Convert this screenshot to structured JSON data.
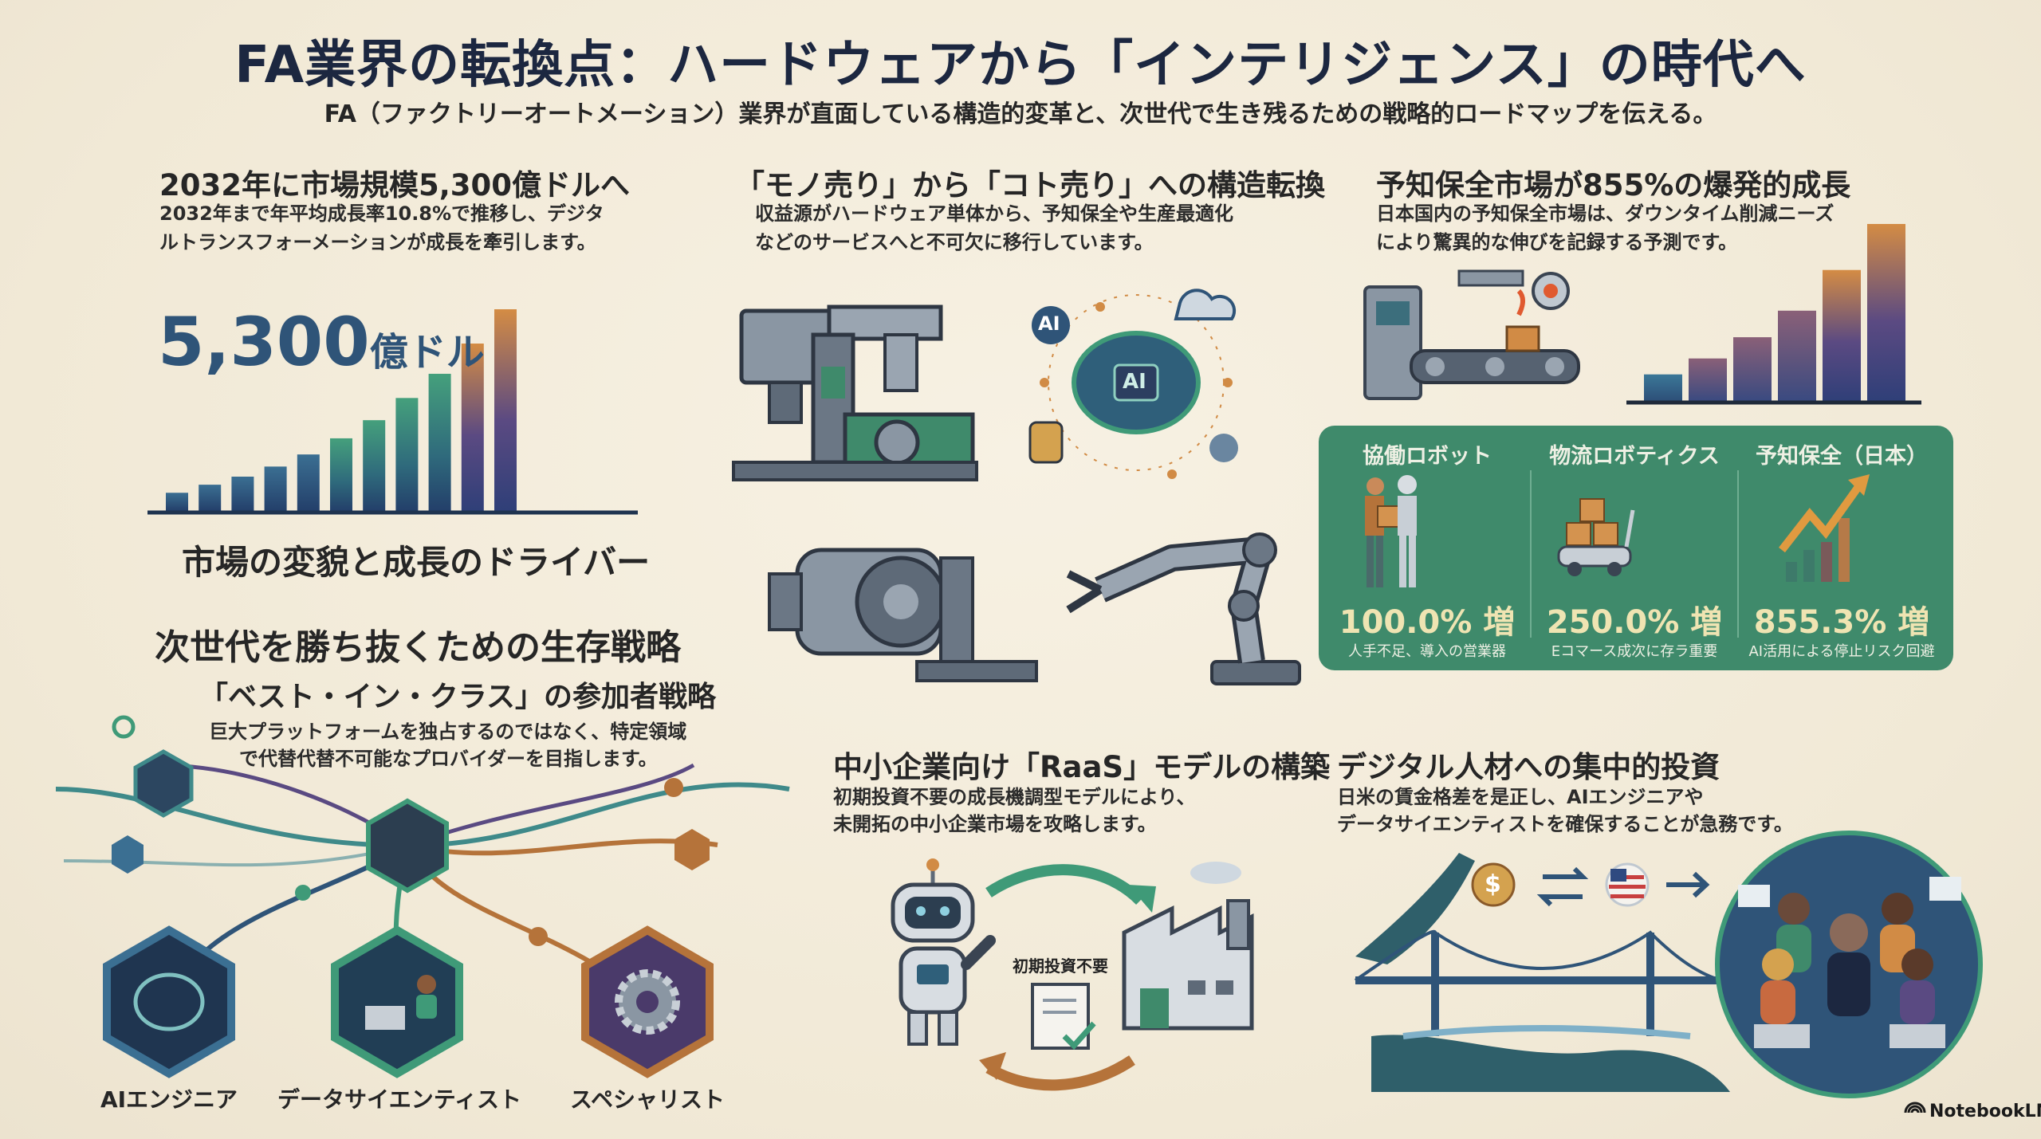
{
  "header": {
    "title": "FA業界の転換点：ハードウェアから「インテリジェンス」の時代へ",
    "subtitle": "FA（ファクトリーオートメーション）業界が直面している構造的変革と、次世代で生き残るための戦略的ロードマップを伝える。"
  },
  "market": {
    "heading": "2032年に市場規模5,300億ドルへ",
    "desc_lines": [
      "2032年まで年平均成長率10.8%で推移し、デジタ",
      "ルトランスフォーメーションが成長を牽引します。"
    ],
    "big_number": "5,300",
    "big_unit": "億ドル",
    "caption": "市場の変貌と成長のドライバー",
    "bar_levels": [
      0.09,
      0.13,
      0.17,
      0.22,
      0.28,
      0.36,
      0.45,
      0.56,
      0.68,
      0.83,
      1.0
    ]
  },
  "shift": {
    "heading": "「モノ売り」から「コト売り」への構造転換",
    "desc_lines": [
      "収益源がハードウェア単体から、予知保全や生産最適化",
      "などのサービスへと不可欠に移行しています。"
    ],
    "ai_badge": "AI",
    "ai_chip": "AI"
  },
  "predictive": {
    "heading": "予知保全市場が855%の爆発的成長",
    "desc_lines": [
      "日本国内の予知保全市場は、ダウンタイム削減ニーズ",
      "により驚異的な伸びを記録する予測です。"
    ],
    "bar_levels": [
      0.15,
      0.24,
      0.36,
      0.51,
      0.74,
      1.0
    ]
  },
  "growth_panel": {
    "color": "#3f8a6b",
    "items": [
      {
        "title": "協働ロボット",
        "value": "100.0% 増",
        "caption": "人手不足、導入の営業器"
      },
      {
        "title": "物流ロボティクス",
        "value": "250.0% 増",
        "caption": "Eコマース成次に存ラ重要"
      },
      {
        "title": "予知保全（日本）",
        "value": "855.3% 増",
        "caption": "AI活用による停止リスク回避"
      }
    ]
  },
  "strategy": {
    "heading": "次世代を勝ち抜くための生存戦略",
    "subheading": "「ベスト・イン・クラス」の参加者戦略",
    "desc_lines": [
      "巨大プラットフォームを独占するのではなく、特定領域",
      "で代替代替不可能なプロバイダーを目指します。"
    ],
    "roles": [
      "AIエンジニア",
      "データサイエンティスト",
      "スペシャリスト"
    ]
  },
  "raas": {
    "heading": "中小企業向け「RaaS」モデルの構築",
    "desc_lines": [
      "初期投資不要の成長機調型モデルにより、",
      "未開拓の中小企業市場を攻略します。"
    ],
    "doc_label": "初期投資不要"
  },
  "talent": {
    "heading": "デジタル人材への集中的投資",
    "desc_lines": [
      "日米の賃金格差を是正し、AIエンジニアや",
      "データサイエンティストを確保することが急務です。"
    ],
    "coin_symbol": "$"
  },
  "footer": {
    "brand": "NotebookLM"
  },
  "colors": {
    "navy": "#1c2740",
    "blue": "#2f5478",
    "green": "#3f8a6b",
    "orange": "#d18b45",
    "purple": "#5a4a82",
    "background": "#f3ecdc"
  }
}
